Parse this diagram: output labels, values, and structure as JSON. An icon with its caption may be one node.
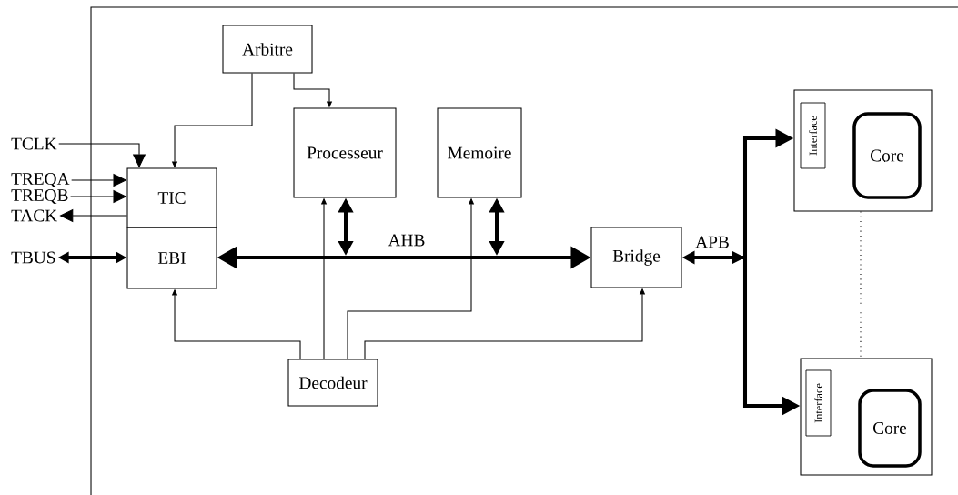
{
  "diagram": {
    "nodes": [
      {
        "text": [
          "TCLK"
        ]
      },
      {
        "text": [
          "TREQA"
        ]
      },
      {
        "text": [
          "TREQB"
        ]
      },
      {
        "text": [
          "TACK"
        ]
      },
      {
        "text": [
          "TBUS"
        ]
      },
      {
        "text": [
          "Arbitre"
        ]
      },
      {
        "text": [
          "Processeur"
        ]
      },
      {
        "text": [
          "Memoire"
        ]
      },
      {
        "text": [
          "TIC"
        ]
      },
      {
        "text": [
          "EBI"
        ]
      },
      {
        "text": [
          "Bridge"
        ]
      },
      {
        "text": [
          "Decodeur"
        ]
      },
      {
        "text": [],
        "shape": "box"
      },
      {
        "text": [
          "Interface"
        ],
        "in": 12
      },
      {
        "text": [
          "Core"
        ],
        "in": 12
      },
      {
        "text": [],
        "shape": "box"
      },
      {
        "text": [
          "Interface"
        ],
        "in": 15
      },
      {
        "text": [
          "Core"
        ],
        "in": 15
      }
    ],
    "edges": [
      {
        "from": 0,
        "to": 8,
        "arrow": "to"
      },
      {
        "from": 1,
        "to": 8,
        "arrow": "to"
      },
      {
        "from": 2,
        "to": 8,
        "arrow": "to"
      },
      {
        "from": 8,
        "to": 3,
        "arrow": "to"
      },
      {
        "from": 4,
        "to": 9,
        "arrow": "both",
        "style": "thick"
      },
      {
        "from": 5,
        "to": 8,
        "arrow": "to"
      },
      {
        "from": 5,
        "to": 6,
        "arrow": "to"
      },
      {
        "from": 9,
        "to": 10,
        "arrow": "both",
        "style": "thick",
        "label": "AHB"
      },
      {
        "from": 6,
        "to": null,
        "arrow": "both",
        "style": "thick"
      },
      {
        "from": 7,
        "to": null,
        "arrow": "both",
        "style": "thick"
      },
      {
        "from": 11,
        "to": 9,
        "arrow": "to"
      },
      {
        "from": 11,
        "to": 6,
        "arrow": "to"
      },
      {
        "from": 11,
        "to": 7,
        "arrow": "to"
      },
      {
        "from": 11,
        "to": 10,
        "arrow": "to"
      },
      {
        "from": 10,
        "to": 12,
        "arrow": "both",
        "style": "thick",
        "label": "APB"
      },
      {
        "from": 10,
        "to": 15,
        "arrow": "both",
        "style": "thick"
      },
      {
        "from": 12,
        "to": 15,
        "arrow": "none",
        "style": "dashed"
      }
    ]
  }
}
